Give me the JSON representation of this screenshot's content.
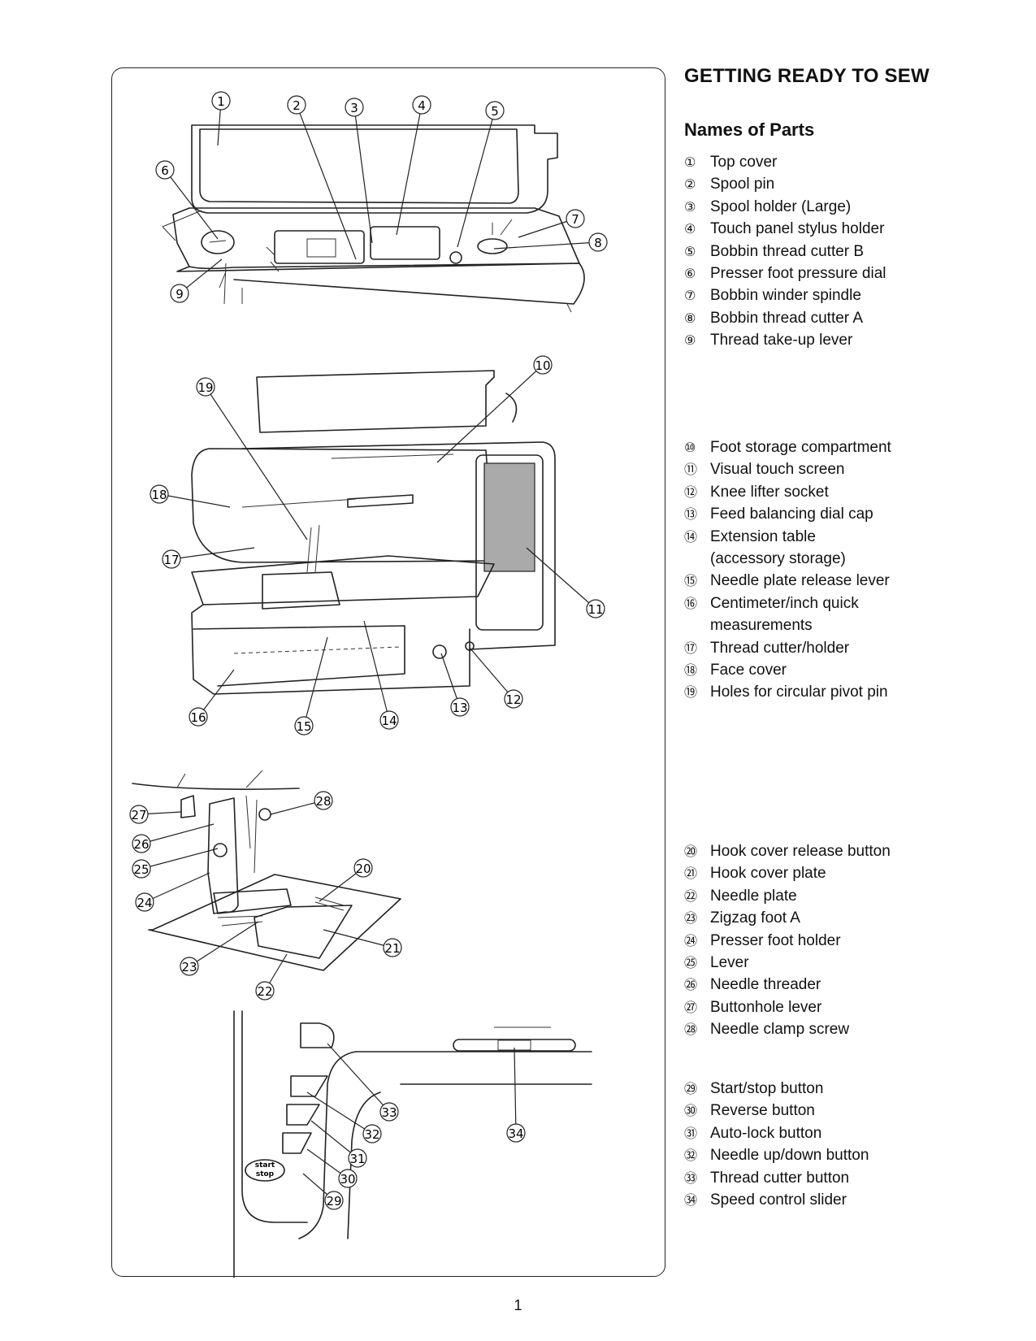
{
  "heading": "GETTING READY TO SEW",
  "subheading": "Names of Parts",
  "page_number": "1",
  "parts": [
    {
      "num": "①",
      "label": "Top cover"
    },
    {
      "num": "②",
      "label": "Spool pin"
    },
    {
      "num": "③",
      "label": "Spool holder (Large)"
    },
    {
      "num": "④",
      "label": "Touch panel stylus holder"
    },
    {
      "num": "⑤",
      "label": "Bobbin thread cutter B"
    },
    {
      "num": "⑥",
      "label": "Presser foot pressure dial"
    },
    {
      "num": "⑦",
      "label": "Bobbin winder spindle"
    },
    {
      "num": "⑧",
      "label": "Bobbin thread cutter A"
    },
    {
      "num": "⑨",
      "label": "Thread take-up lever"
    },
    {
      "num": "⑩",
      "label": "Foot storage compartment"
    },
    {
      "num": "⑪",
      "label": "Visual touch screen"
    },
    {
      "num": "⑫",
      "label": "Knee lifter socket"
    },
    {
      "num": "⑬",
      "label": "Feed balancing dial cap"
    },
    {
      "num": "⑭",
      "label": "Extension table\n(accessory storage)"
    },
    {
      "num": "⑮",
      "label": "Needle plate release lever"
    },
    {
      "num": "⑯",
      "label": "Centimeter/inch quick\nmeasurements"
    },
    {
      "num": "⑰",
      "label": "Thread cutter/holder"
    },
    {
      "num": "⑱",
      "label": "Face cover"
    },
    {
      "num": "⑲",
      "label": "Holes for circular pivot pin"
    },
    {
      "num": "⑳",
      "label": "Hook cover release button"
    },
    {
      "num": "㉑",
      "label": "Hook cover plate"
    },
    {
      "num": "㉒",
      "label": "Needle plate"
    },
    {
      "num": "㉓",
      "label": "Zigzag foot A"
    },
    {
      "num": "㉔",
      "label": "Presser foot holder"
    },
    {
      "num": "㉕",
      "label": "Lever"
    },
    {
      "num": "㉖",
      "label": "Needle threader"
    },
    {
      "num": "㉗",
      "label": "Buttonhole lever"
    },
    {
      "num": "㉘",
      "label": "Needle clamp screw"
    },
    {
      "num": "㉙",
      "label": "Start/stop button"
    },
    {
      "num": "㉚",
      "label": "Reverse button"
    },
    {
      "num": "㉛",
      "label": "Auto-lock button"
    },
    {
      "num": "㉜",
      "label": "Needle up/down button"
    },
    {
      "num": "㉝",
      "label": "Thread cutter button"
    },
    {
      "num": "㉞",
      "label": "Speed control slider"
    }
  ],
  "callout_numbers": [
    "1",
    "2",
    "3",
    "4",
    "5",
    "6",
    "7",
    "8",
    "9",
    "10",
    "11",
    "12",
    "13",
    "14",
    "15",
    "16",
    "17",
    "18",
    "19",
    "20",
    "21",
    "22",
    "23",
    "24",
    "25",
    "26",
    "27",
    "28",
    "29",
    "30",
    "31",
    "32",
    "33",
    "34"
  ],
  "start_stop_label_1": "start",
  "start_stop_label_2": "stop"
}
